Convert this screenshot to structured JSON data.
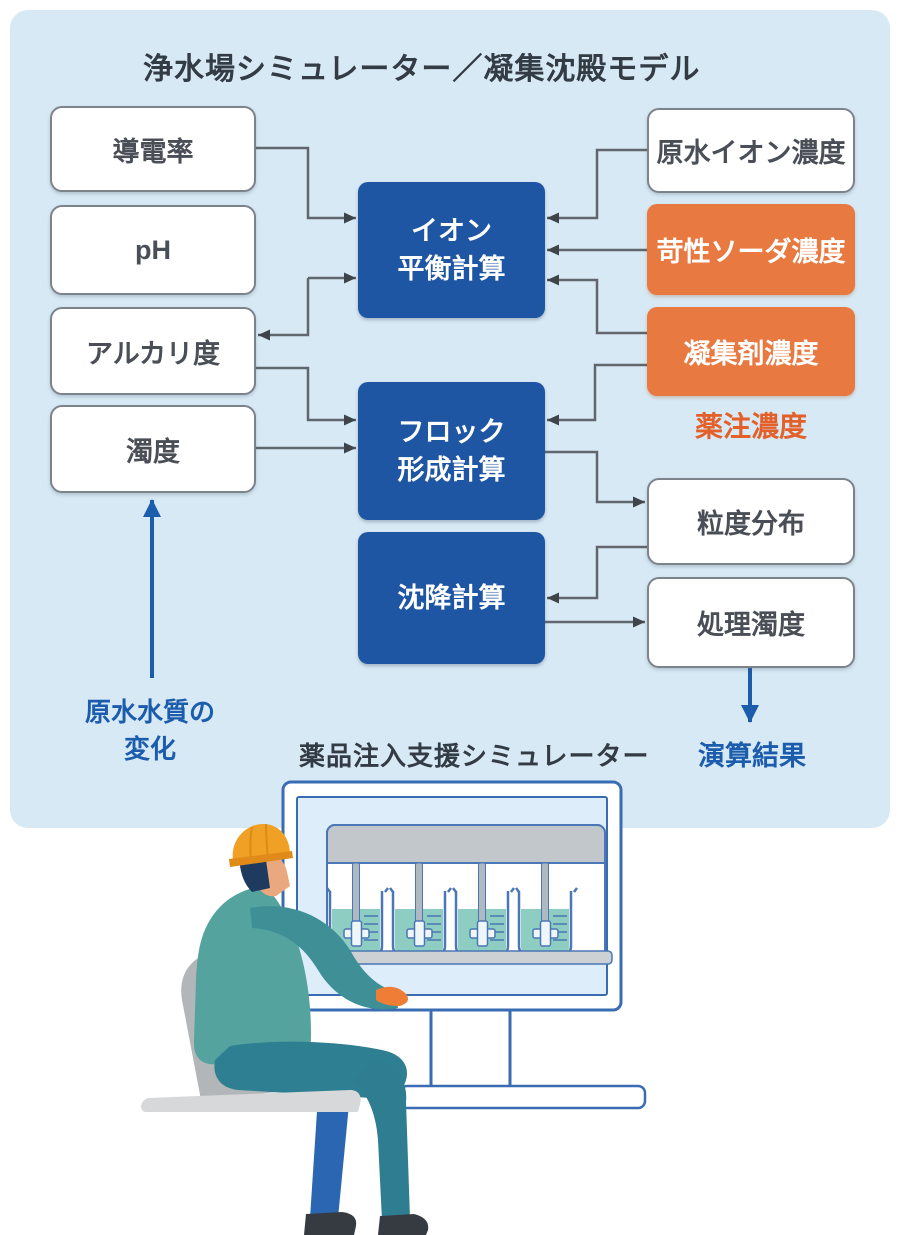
{
  "title": "浄水場シミュレーター／凝集沈殿モデル",
  "diagram": {
    "water_quality_inputs": [
      {
        "label": "導電率"
      },
      {
        "label": "pH"
      },
      {
        "label": "アルカリ度"
      },
      {
        "label": "濁度"
      }
    ],
    "calc_blocks": [
      {
        "line1": "イオン",
        "line2": "平衡計算"
      },
      {
        "line1": "フロック",
        "line2": "形成計算"
      },
      {
        "line1": "沈降計算",
        "line2": ""
      }
    ],
    "raw_water_ion_label": "原水イオン濃度",
    "chemical_inputs": [
      {
        "label": "苛性ソーダ濃度"
      },
      {
        "label": "凝集剤濃度"
      }
    ],
    "chemical_group_label": "薬注濃度",
    "outputs": [
      {
        "label": "粒度分布"
      },
      {
        "label": "処理濁度"
      }
    ],
    "raw_water_change_note": {
      "line1": "原水水質の",
      "line2": "変化"
    },
    "result_label": "演算結果"
  },
  "caption": {
    "simulator_label": "薬品注入支援シミュレーター"
  },
  "colors": {
    "panel_bg": "#d7e9f4",
    "calc_box_blue": "#1e56a3",
    "chemical_box_orange": "#e87941",
    "chemical_label_orange": "#e4602a",
    "accent_blue": "#1b5cad",
    "connector_gray": "#60666c",
    "dark_text": "#333b45"
  }
}
